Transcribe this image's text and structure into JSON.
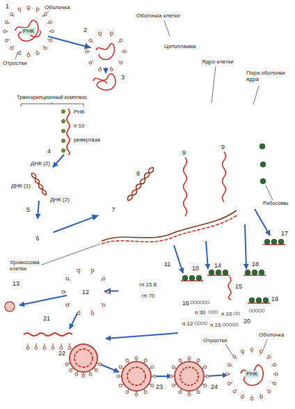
{
  "diagram": {
    "nodes": [
      {
        "text": [
          "1",
          "РНК"
        ]
      },
      {
        "text": [
          "2"
        ]
      },
      {
        "text": [
          "Оболочка клетки",
          "Цитоплазма"
        ]
      },
      {
        "text": [
          "Ядро клетки"
        ],
        "in": 2
      },
      {
        "text": [
          "6"
        ],
        "in": 2
      },
      {
        "text": [
          "7"
        ],
        "in": 3
      },
      {
        "text": [
          "12"
        ],
        "in": 2
      },
      {
        "text": [
          "11",
          "гп 15 Е",
          "гп 70"
        ],
        "in": 2
      },
      {
        "text": [
          "РНК"
        ]
      }
    ],
    "edges": [
      {
        "from": 0,
        "to": 1,
        "arrow": "to"
      },
      {
        "from": 4,
        "to": 5,
        "arrow": "to"
      },
      {
        "from": 7,
        "to": 6,
        "arrow": "to"
      }
    ],
    "labels": [
      "Оболочка",
      "Отростки",
      "3",
      "Пора оболочки ядра",
      "Транскрипционный комплекс",
      "РНК",
      "п 10",
      "ревертаза",
      "4",
      "ДНК (2)",
      "ДНК (1)",
      "5",
      "ДНК (2)",
      "8",
      "9",
      "9",
      "Рибосомы",
      "17",
      "Хромосома клетки",
      "10",
      "14",
      "15",
      "18",
      "13",
      "16",
      "п 30",
      "п 10",
      "п 12",
      "п 15",
      "19",
      "20",
      "21",
      "22",
      "23",
      "24",
      "Оболочка",
      "Отростки"
    ]
  }
}
